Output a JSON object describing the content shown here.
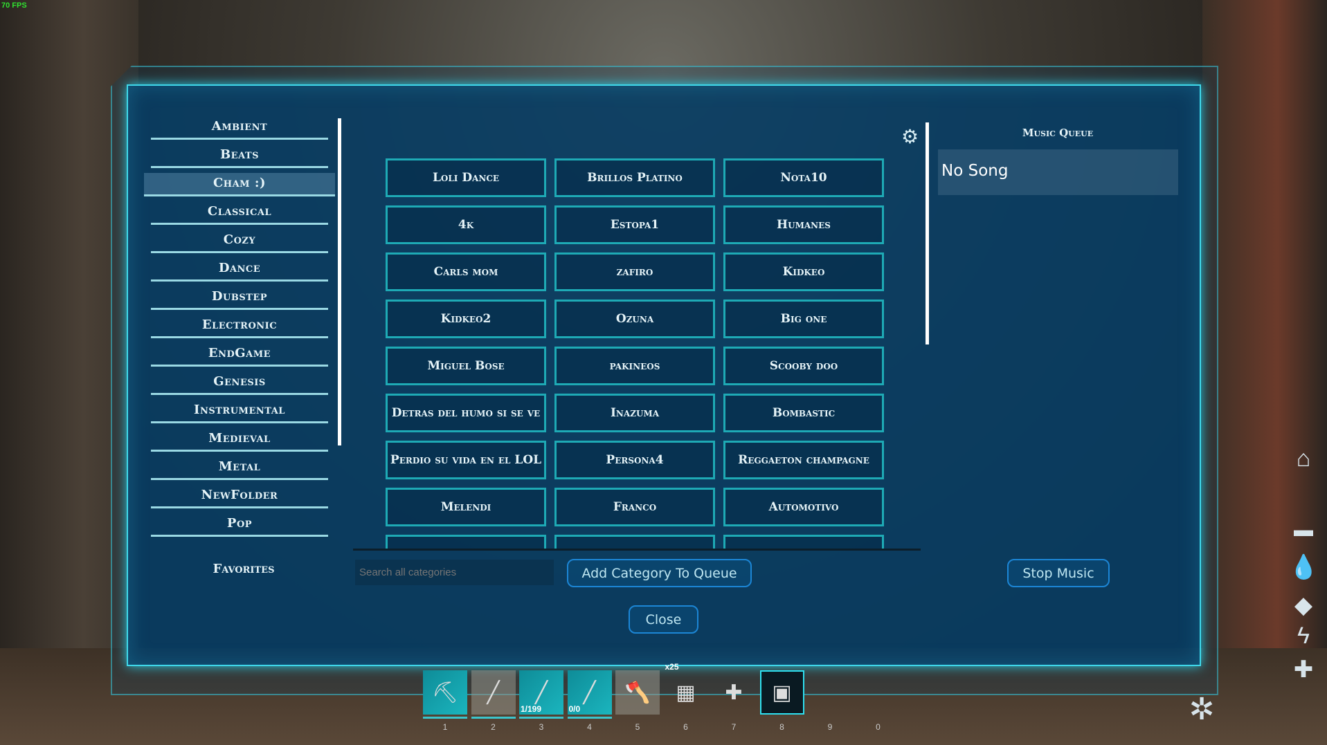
{
  "hud": {
    "fps": "70 FPS"
  },
  "categories": [
    "Ambient",
    "Beats",
    "Cham :)",
    "Classical",
    "Cozy",
    "Dance",
    "Dubstep",
    "Electronic",
    "EndGame",
    "Genesis",
    "Instrumental",
    "Medieval",
    "Metal",
    "NewFolder",
    "Pop"
  ],
  "selected_category": "Cham :)",
  "favorites_label": "Favorites",
  "songs": [
    "Loli Dance",
    "Brillos Platino",
    "Nota10",
    "4k",
    "Estopa1",
    "Humanes",
    "Carls mom",
    "zafiro",
    "Kidkeo",
    "Kidkeo2",
    "Ozuna",
    "Big one",
    "Miguel Bose",
    "pakineos",
    "Scooby doo",
    "Detras del humo si se ve",
    "Inazuma",
    "Bombastic",
    "Perdio su vida en el LOL",
    "Persona4",
    "Reggaeton champagne",
    "Melendi",
    "Franco",
    "Automotivo"
  ],
  "search": {
    "placeholder": "Search all categories",
    "value": ""
  },
  "buttons": {
    "add_category": "Add Category To Queue",
    "stop_music": "Stop Music",
    "close": "Close"
  },
  "queue": {
    "title": "Music Queue",
    "current": "No Song"
  },
  "hotbar": [
    {
      "key": "1",
      "icon": "pickaxe-icon",
      "glyph": "⛏",
      "count": ""
    },
    {
      "key": "2",
      "icon": "spear-icon",
      "glyph": "╱",
      "count": ""
    },
    {
      "key": "3",
      "icon": "rifle-icon",
      "glyph": "╱",
      "count": "1/199"
    },
    {
      "key": "4",
      "icon": "crossbow-icon",
      "glyph": "╱",
      "count": "0/0"
    },
    {
      "key": "5",
      "icon": "axe-icon",
      "glyph": "🪓",
      "count": ""
    },
    {
      "key": "6",
      "icon": "table-icon",
      "glyph": "▦",
      "count": "x25"
    },
    {
      "key": "7",
      "icon": "super-plus-icon",
      "glyph": "✚",
      "count": ""
    },
    {
      "key": "8",
      "icon": "device-icon",
      "glyph": "▣",
      "count": ""
    },
    {
      "key": "9",
      "icon": "empty-slot",
      "glyph": "",
      "count": ""
    },
    {
      "key": "0",
      "icon": "cloth-icon",
      "glyph": "",
      "count": ""
    }
  ]
}
